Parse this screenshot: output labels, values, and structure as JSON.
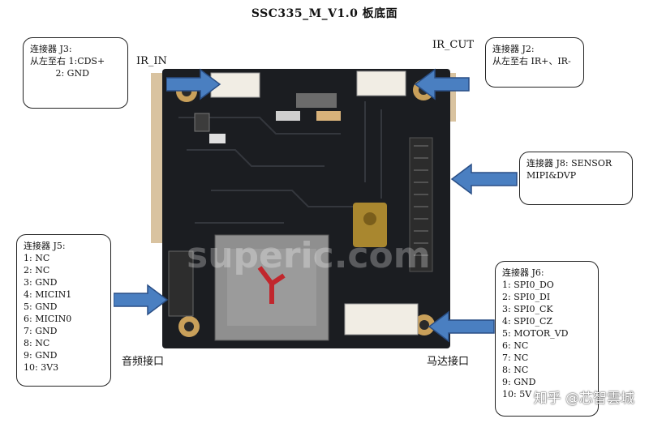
{
  "title": "SSC335_M_V1.0 板底面",
  "labels": {
    "ir_in": "IR_IN",
    "ir_cut": "IR_CUT",
    "audio_port": "音频接口",
    "motor_port": "马达接口"
  },
  "callouts": {
    "j3": [
      "连接器 J3:",
      "从左至右 1:CDS+",
      "         2: GND"
    ],
    "j2": [
      "连接器 J2:",
      "从左至右 IR+、IR-"
    ],
    "j8": [
      "连接器 J8: SENSOR",
      "",
      "MIPI&DVP"
    ],
    "j5": [
      "连接器 J5:",
      "1: NC",
      "2: NC",
      "3: GND",
      "4: MICIN1",
      "5: GND",
      "6: MICIN0",
      "7: GND",
      "8: NC",
      "9: GND",
      "10: 3V3"
    ],
    "j6": [
      "连接器 J6:",
      "1: SPI0_DO",
      "2: SPI0_DI",
      "3: SPI0_CK",
      "4: SPI0_CZ",
      "5: MOTOR_VD",
      "6: NC",
      "7: NC",
      "8: NC",
      "9: GND",
      "10: 5V"
    ]
  },
  "watermark": "知乎 @芯智雲城",
  "colors": {
    "arrow_fill": "#4a7fc1",
    "arrow_stroke": "#2a4f86",
    "board": "#1b1d21",
    "connector": "#f1ede4"
  }
}
